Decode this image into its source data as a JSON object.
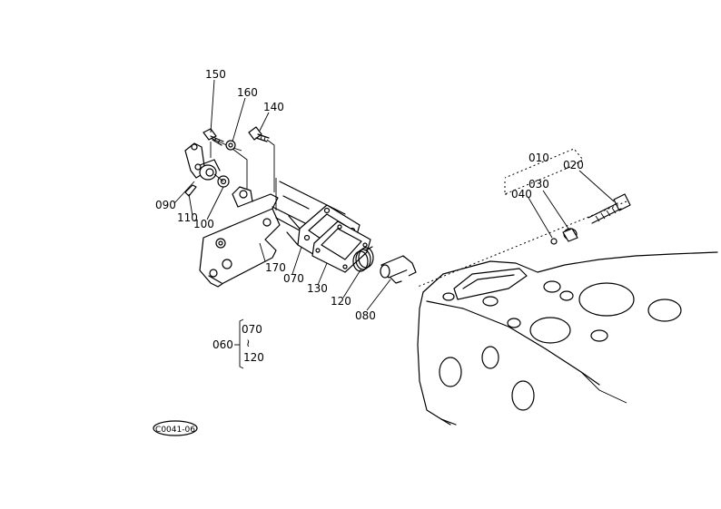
{
  "diagram": {
    "part_labels": {
      "p150": "150",
      "p160": "160",
      "p140": "140",
      "p010": "010",
      "p020": "020",
      "p030": "030",
      "p040": "040",
      "p090": "090",
      "p110": "110",
      "p100": "100",
      "p170": "170",
      "p070": "070",
      "p130": "130",
      "p120": "120",
      "p080": "080"
    },
    "assembly_group": {
      "parent": "060",
      "top": "070",
      "range_mark": "≀",
      "bottom": "120"
    },
    "drawing_code": "C0041-06"
  }
}
